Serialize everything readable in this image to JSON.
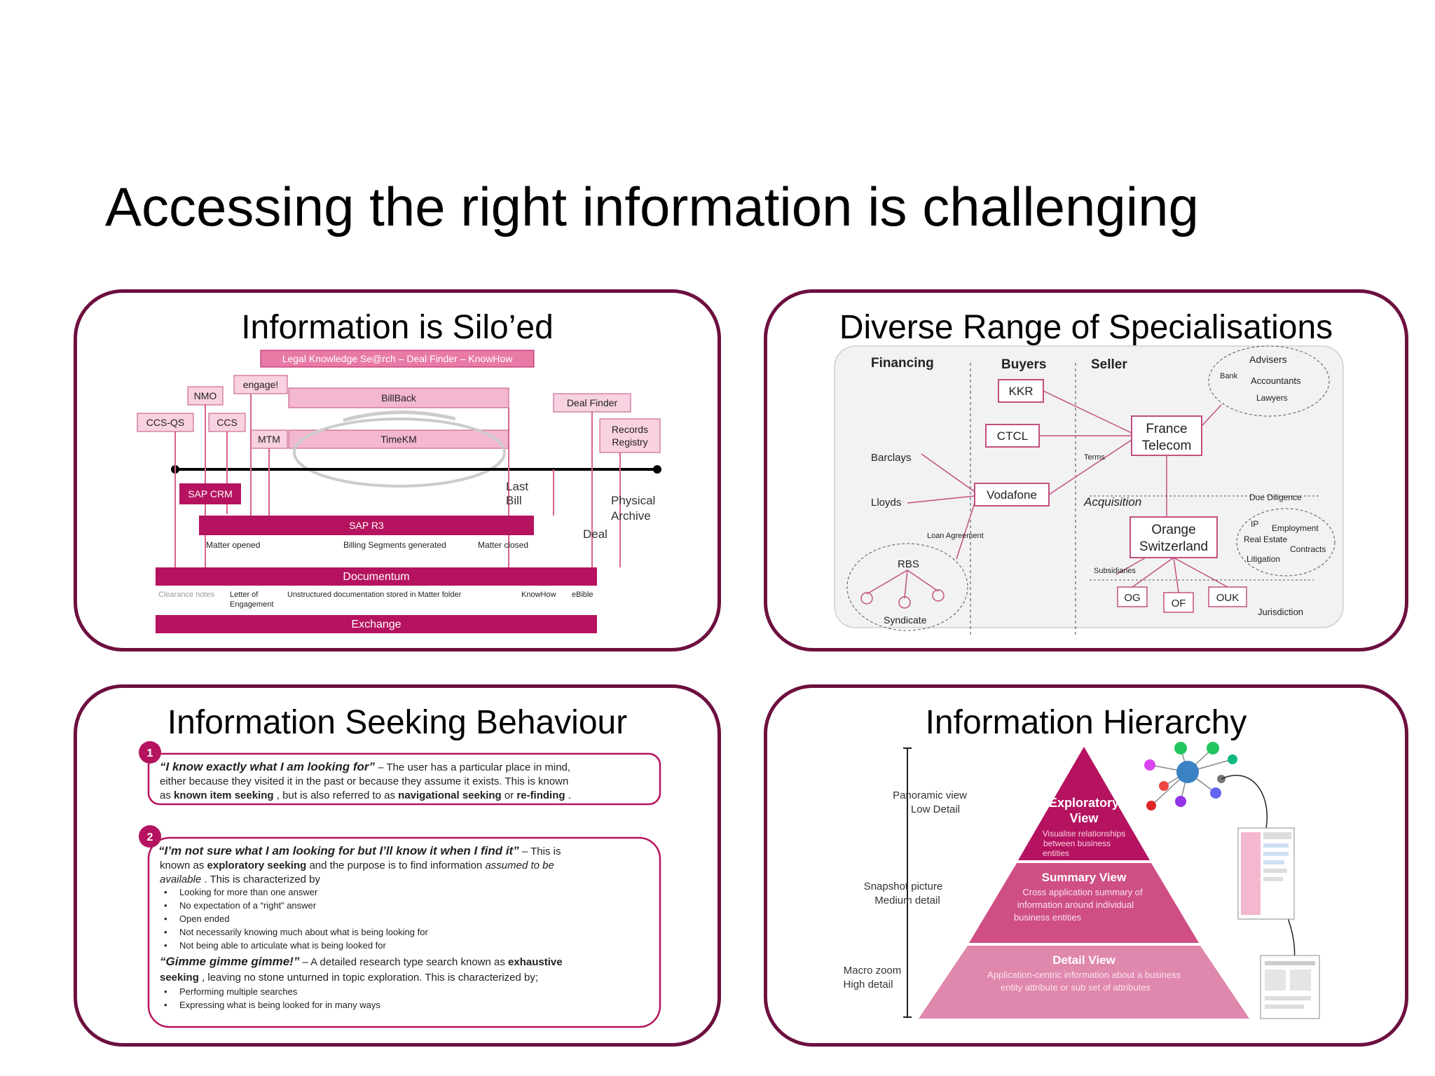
{
  "title": "Accessing the right information is challenging",
  "colors": {
    "border": "#6d0f3f",
    "magenta": "#b5135f",
    "pink_light": "#f3b7cf",
    "pink_mid": "#d8628f"
  },
  "panel_silo": {
    "title": "Information is Silo’ed",
    "banner": "Legal Knowledge Se@rch – Deal Finder – KnowHow",
    "systems": [
      "engage!",
      "NMO",
      "CCS-QS",
      "CCS",
      "MTM",
      "BillBack",
      "TimeKM",
      "Deal Finder",
      "Records Registry",
      "SAP CRM",
      "SAP R3",
      "Documentum",
      "Exchange"
    ],
    "timeline_labels": [
      "Last Bill",
      "Physical Archive",
      "Deal"
    ],
    "sap_r3_labels": [
      "Matter opened",
      "Billing Segments generated",
      "Matter closed"
    ],
    "documentum_labels": [
      "Clearance notes",
      "Letter of Engagement",
      "Unstructured documentation stored in Matter folder",
      "KnowHow",
      "eBible"
    ]
  },
  "panel_diverse": {
    "title": "Diverse Range of Specialisations",
    "columns": [
      "Financing",
      "Buyers",
      "Seller"
    ],
    "entities": [
      "KKR",
      "CTCL",
      "Vodafone",
      "France Telecom",
      "Orange Switzerland",
      "RBS",
      "OG",
      "OF",
      "OUK"
    ],
    "labels": [
      "Barclays",
      "Lloyds",
      "Loan Agreement",
      "Syndicate",
      "Terms",
      "Acquisition",
      "Subsidiaries",
      "Jurisdiction"
    ],
    "advisers": [
      "Advisers",
      "Bank",
      "Accountants",
      "Lawyers"
    ],
    "due_diligence": [
      "Due Diligence",
      "IP",
      "Employment",
      "Real Estate",
      "Contracts",
      "Litigation"
    ]
  },
  "panel_seeking": {
    "title": "Information Seeking Behaviour",
    "box1": {
      "number": "1",
      "quote": "“I know exactly what I am looking for”",
      "text1": " – The user has a particular place in mind,",
      "line2": "either because they visited it in the past or because they assume it exists. This is known",
      "line3_a": "as ",
      "line3_b": "known item seeking",
      "line3_c": ", but is also referred to as ",
      "line3_d": "navigational seeking",
      "line3_e": " or ",
      "line3_f": "re-finding",
      "line3_g": "."
    },
    "box2": {
      "number": "2",
      "quote": "“I’m not sure what I am looking for but I’ll know it when I find it”",
      "text1": " – This is",
      "line2_a": "known as ",
      "line2_b": "exploratory seeking",
      "line2_c": " and the purpose is to find information ",
      "line2_d": "assumed to be",
      "line3_a": "available",
      "line3_b": ". This is characterized by",
      "bullets1": [
        "Looking for more than one answer",
        "No expectation of a “right” answer",
        "Open ended",
        "Not necessarily knowing much about what is being looking for",
        "Not being able to articulate what is being looked for"
      ],
      "quote2": "“Gimme gimme gimme!”",
      "text2": " – A detailed research type search known as ",
      "text2_b": "exhaustive",
      "line5_a": "seeking",
      "line5_b": ", leaving no stone unturned in topic exploration. This is characterized by;",
      "bullets2": [
        "Performing multiple searches",
        "Expressing what is being looked for in many ways"
      ]
    }
  },
  "panel_hierarchy": {
    "title": "Information Hierarchy",
    "left_labels": [
      {
        "line1": "Panoramic view",
        "line2": "Low Detail"
      },
      {
        "line1": "Snapshot picture",
        "line2": "Medium detail"
      },
      {
        "line1": "Macro zoom",
        "line2": "High detail"
      }
    ],
    "tiers": [
      {
        "title": "Exploratory View",
        "desc": [
          "Visualise relationships",
          "between business",
          "entities"
        ]
      },
      {
        "title": "Summary View",
        "desc": [
          "Cross application summary of",
          "information around individual",
          "business entities"
        ]
      },
      {
        "title": "Detail View",
        "desc": [
          "Application-centric information about a business",
          "entity attribute or sub set of attributes"
        ]
      }
    ]
  }
}
